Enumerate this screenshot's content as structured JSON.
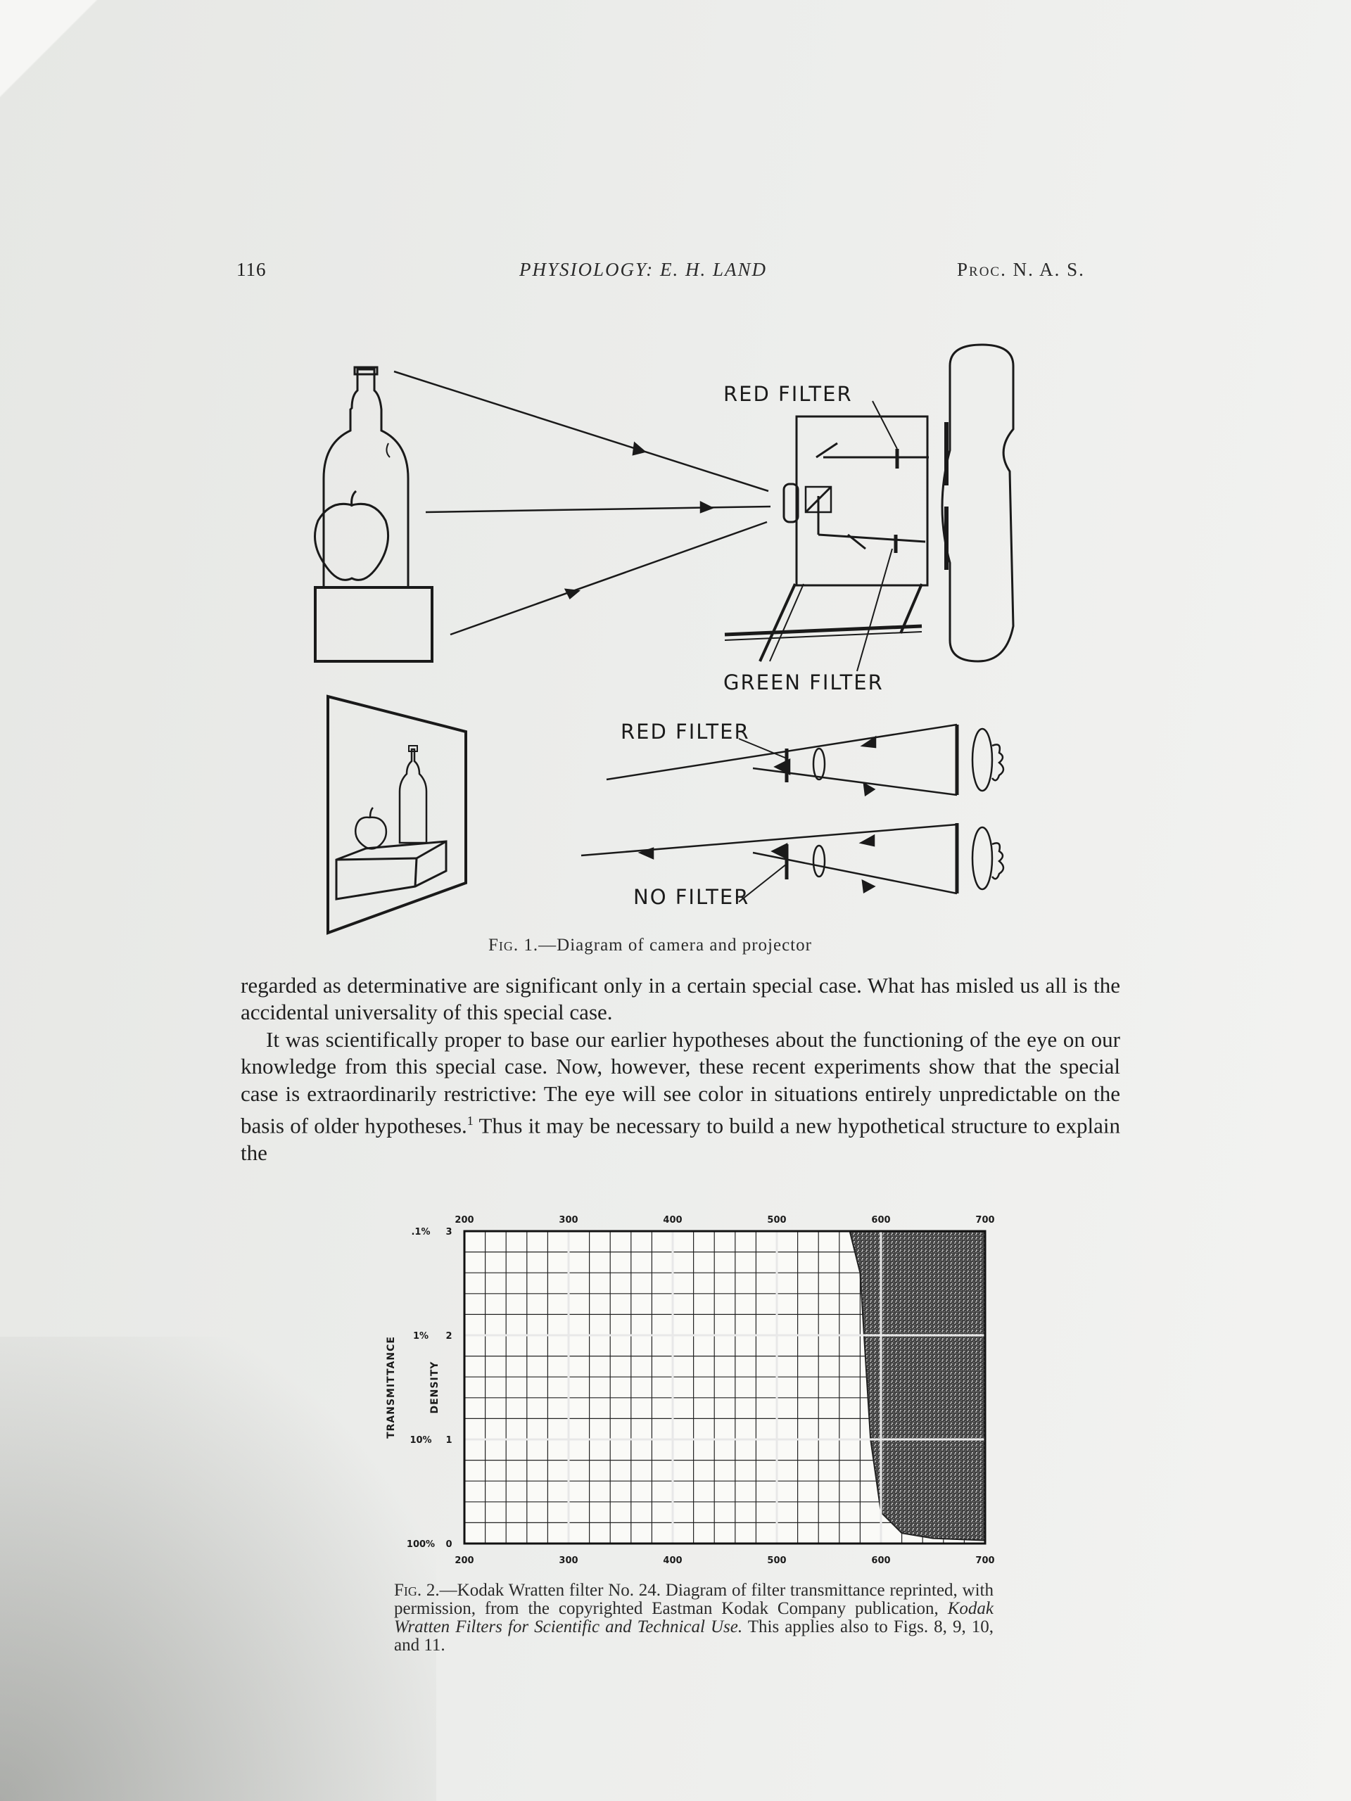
{
  "header": {
    "page_number": "116",
    "running_title": "PHYSIOLOGY: E. H. LAND",
    "journal": "Proc. N. A. S."
  },
  "figure1": {
    "labels": {
      "red_filter_top": "RED FILTER",
      "green_filter": "GREEN FILTER",
      "red_filter_bottom": "RED FILTER",
      "no_filter": "NO FILTER"
    },
    "caption_prefix": "Fig. 1.",
    "caption_text": "—Diagram of camera and projector"
  },
  "body": {
    "paragraph1": "regarded as determinative are significant only in a certain special case. What has misled us all is the accidental universality of this special case.",
    "paragraph2": "It was scientifically proper to base our earlier hypotheses about the functioning of the eye on our knowledge from this special case. Now, however, these recent experiments show that the special case is extraordinarily restrictive: The eye will see color in situations entirely unpredictable on the basis of older hypotheses.",
    "footnote_ref": "1",
    "paragraph2_end": " Thus it may be necessary to build a new hypothetical structure to explain the"
  },
  "figure2": {
    "x_ticks_top": [
      "200",
      "300",
      "400",
      "500",
      "600",
      "700"
    ],
    "x_ticks_bottom": [
      "200",
      "300",
      "400",
      "500",
      "600",
      "700"
    ],
    "transmittance_ticks": [
      ".1%",
      "1%",
      "10%",
      "100%"
    ],
    "density_ticks": [
      "3",
      "2",
      "1",
      "0"
    ],
    "transmittance_label": "TRANSMITTANCE",
    "density_label": "DENSITY",
    "caption_prefix": "Fig. 2.",
    "caption_part1": "—Kodak Wratten filter No. 24. Diagram of filter transmittance reprinted, with permission, from the copyrighted Eastman Kodak Company publication, ",
    "caption_italic": "Kodak Wratten Filters for Scientific and Technical Use.",
    "caption_part2": " This applies also to Figs. 8, 9, 10, and 11."
  },
  "chart_data": {
    "type": "area",
    "xlabel": "",
    "ylabel": "DENSITY",
    "secondary_ylabel": "TRANSMITTANCE",
    "xlim": [
      200,
      700
    ],
    "ylim": [
      0,
      3
    ],
    "x": [
      200,
      300,
      400,
      500,
      570,
      580,
      590,
      600,
      620,
      650,
      700
    ],
    "values": [
      3,
      3,
      3,
      3,
      3,
      2.6,
      1.0,
      0.3,
      0.1,
      0.05,
      0.03
    ],
    "grid": true
  }
}
